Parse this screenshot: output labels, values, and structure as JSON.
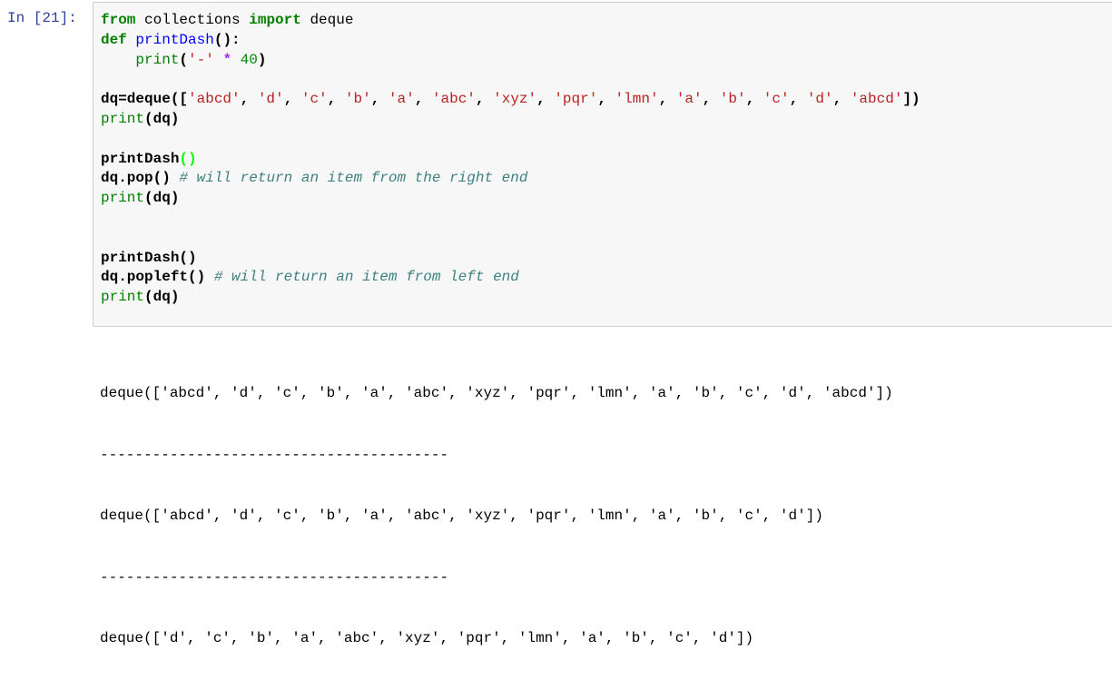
{
  "cell": {
    "prompt": "In [21]:",
    "code_lines": [
      "from collections import deque",
      "def printDash():",
      "    print('-' * 40)",
      "",
      "dq=deque(['abcd', 'd', 'c', 'b', 'a', 'abc', 'xyz', 'pqr', 'lmn', 'a', 'b', 'c', 'd', 'abcd'])",
      "print(dq)",
      "",
      "printDash()",
      "dq.pop() # will return an item from the right end",
      "print(dq)",
      "",
      "",
      "printDash()",
      "dq.popleft() # will return an item from left end",
      "print(dq)"
    ],
    "tokens": {
      "from": "from",
      "collections": " collections ",
      "import": "import",
      "deque": " deque",
      "def": "def",
      "printDash": "printDash",
      "paren_colon": "():",
      "indent": "    ",
      "print": "print",
      "open": "(",
      "dash_str": "'-'",
      "star": "*",
      "forty": "40",
      "close": ")",
      "dq_assign": "dq=deque([",
      "list_items": [
        "'abcd'",
        "'d'",
        "'c'",
        "'b'",
        "'a'",
        "'abc'",
        "'xyz'",
        "'pqr'",
        "'lmn'",
        "'a'",
        "'b'",
        "'c'",
        "'d'",
        "'abcd'"
      ],
      "close_list": "])",
      "dq_arg": "(dq)",
      "call_printDash": "printDash",
      "empty_parens": "()",
      "pop_call": "dq.pop() ",
      "pop_comment": "# will return an item from the right end",
      "popleft_call": "dq.popleft() ",
      "popleft_comment": "# will return an item from left end"
    },
    "outputs": [
      "deque(['abcd', 'd', 'c', 'b', 'a', 'abc', 'xyz', 'pqr', 'lmn', 'a', 'b', 'c', 'd', 'abcd'])",
      "----------------------------------------",
      "deque(['abcd', 'd', 'c', 'b', 'a', 'abc', 'xyz', 'pqr', 'lmn', 'a', 'b', 'c', 'd'])",
      "----------------------------------------",
      "deque(['d', 'c', 'b', 'a', 'abc', 'xyz', 'pqr', 'lmn', 'a', 'b', 'c', 'd'])"
    ]
  }
}
